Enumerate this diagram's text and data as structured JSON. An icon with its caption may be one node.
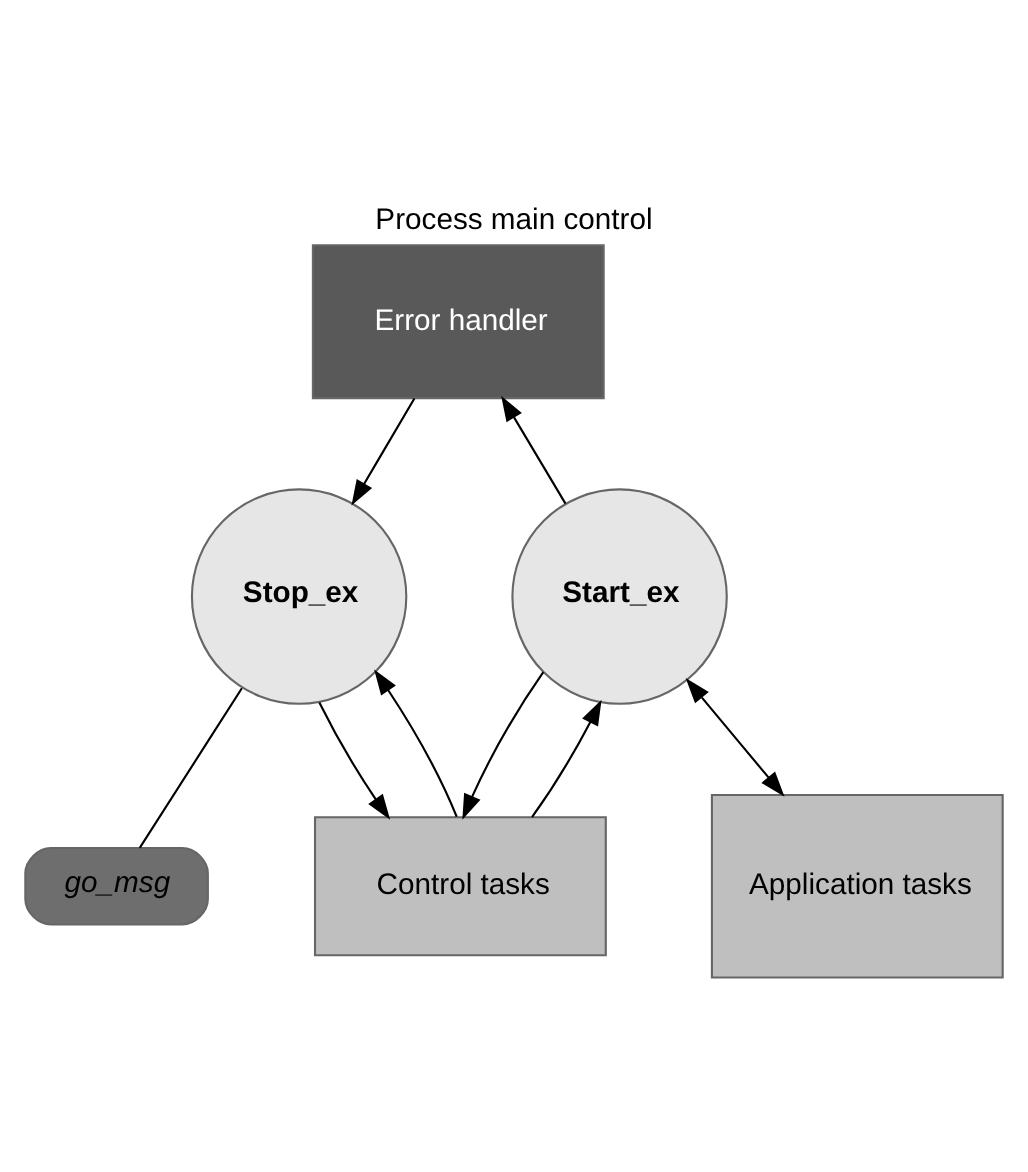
{
  "diagram": {
    "title": "Process main control",
    "nodes": [
      {
        "text": [
          "Error handler"
        ]
      },
      {
        "text": [
          "Start_ex"
        ]
      },
      {
        "text": [
          "Stop_ex"
        ]
      },
      {
        "text": [
          "go_msg"
        ]
      },
      {
        "text": [
          "Application tasks"
        ]
      },
      {
        "text": [
          "Control tasks"
        ]
      }
    ],
    "edges": [
      {
        "from": 1,
        "to": 0,
        "arrow": "to"
      },
      {
        "from": 0,
        "to": 2,
        "arrow": "to"
      },
      {
        "from": 1,
        "to": 4,
        "arrow": "both"
      },
      {
        "from": 1,
        "to": 5,
        "arrow": "to"
      },
      {
        "from": 5,
        "to": 1,
        "arrow": "to"
      },
      {
        "from": 5,
        "to": 2,
        "arrow": "to"
      },
      {
        "from": 2,
        "to": 5,
        "arrow": "to"
      },
      {
        "from": 2,
        "to": 3,
        "arrow": "none"
      }
    ]
  }
}
